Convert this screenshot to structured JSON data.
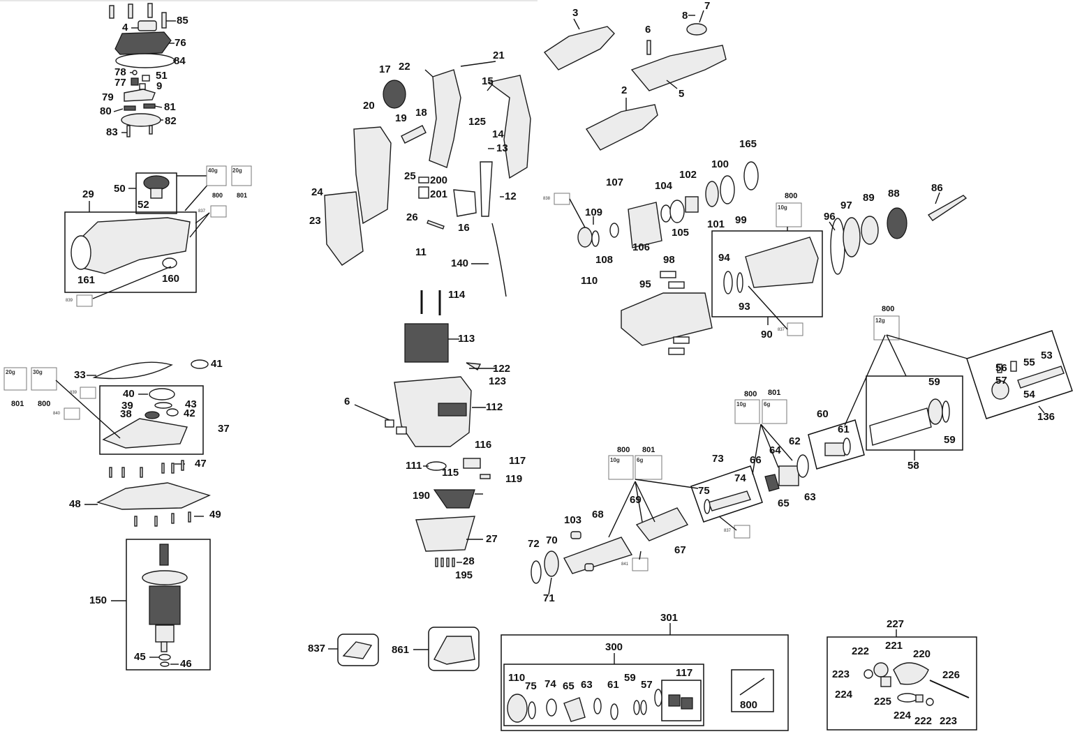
{
  "parts": {
    "p2": "2",
    "p3": "3",
    "p4": "4",
    "p5": "5",
    "p6": "6",
    "p6b": "6",
    "p7": "7",
    "p8": "8",
    "p9": "9",
    "p11": "11",
    "p12": "12",
    "p13": "13",
    "p14": "14",
    "p15": "15",
    "p16": "16",
    "p17": "17",
    "p18": "18",
    "p19": "19",
    "p20": "20",
    "p21": "21",
    "p22": "22",
    "p23": "23",
    "p24": "24",
    "p25": "25",
    "p26": "26",
    "p27": "27",
    "p28": "28",
    "p29": "29",
    "p33": "33",
    "p37": "37",
    "p38": "38",
    "p39": "39",
    "p40": "40",
    "p41": "41",
    "p42": "42",
    "p43": "43",
    "p45": "45",
    "p46": "46",
    "p47": "47",
    "p48": "48",
    "p49": "49",
    "p50": "50",
    "p51": "51",
    "p52": "52",
    "p53": "53",
    "p54": "54",
    "p55": "55",
    "p56": "56",
    "p57": "57",
    "p58": "58",
    "p59a": "59",
    "p59b": "59",
    "p60": "60",
    "p61": "61",
    "p62": "62",
    "p63": "63",
    "p64": "64",
    "p65": "65",
    "p66": "66",
    "p67": "67",
    "p68": "68",
    "p69": "69",
    "p70": "70",
    "p71": "71",
    "p72": "72",
    "p73": "73",
    "p74": "74",
    "p75": "75",
    "p76": "76",
    "p77": "77",
    "p78": "78",
    "p79": "79",
    "p80": "80",
    "p81": "81",
    "p82": "82",
    "p83": "83",
    "p84": "84",
    "p85": "85",
    "p86": "86",
    "p88": "88",
    "p89": "89",
    "p90": "90",
    "p93": "93",
    "p94": "94",
    "p95": "95",
    "p96": "96",
    "p97": "97",
    "p98": "98",
    "p99": "99",
    "p100": "100",
    "p101": "101",
    "p102": "102",
    "p103": "103",
    "p104": "104",
    "p105": "105",
    "p106": "106",
    "p107": "107",
    "p108": "108",
    "p109": "109",
    "p110": "110",
    "p111": "111",
    "p112": "112",
    "p113": "113",
    "p114": "114",
    "p115": "115",
    "p116": "116",
    "p117": "117",
    "p119": "119",
    "p122": "122",
    "p123": "123",
    "p125": "125",
    "p136": "136",
    "p140": "140",
    "p150": "150",
    "p160": "160",
    "p161": "161",
    "p165": "165",
    "p190": "190",
    "p195": "195",
    "p200": "200",
    "p201": "201",
    "p220": "220",
    "p221": "221",
    "p222a": "222",
    "p222b": "222",
    "p223a": "223",
    "p223b": "223",
    "p224a": "224",
    "p224b": "224",
    "p225": "225",
    "p226": "226",
    "p227": "227",
    "p300": "300",
    "p301": "301",
    "p837": "837",
    "p861": "861"
  },
  "kit_300": {
    "items": [
      "110",
      "75",
      "74",
      "65",
      "63",
      "61",
      "59",
      "57",
      "117"
    ],
    "label_800": "800"
  },
  "grease_tags": {
    "t800a": "800",
    "t801a": "801",
    "t800b": "800",
    "t801b": "801",
    "t800c": "800",
    "t800d": "800",
    "t801d": "801",
    "t800e": "800",
    "t801e": "801",
    "t800f": "800",
    "g40": "40g",
    "g20": "20g",
    "g20b": "20g",
    "g30": "30g",
    "g10a": "10g",
    "g12": "12g",
    "g10b": "10g",
    "g6a": "6g",
    "g10c": "10g",
    "g6b": "6g"
  },
  "small_tags": {
    "s837a": "837",
    "s839a": "839",
    "s839b": "839",
    "s840": "840",
    "s838": "838",
    "s837b": "837",
    "s837c": "837",
    "s841": "841"
  }
}
